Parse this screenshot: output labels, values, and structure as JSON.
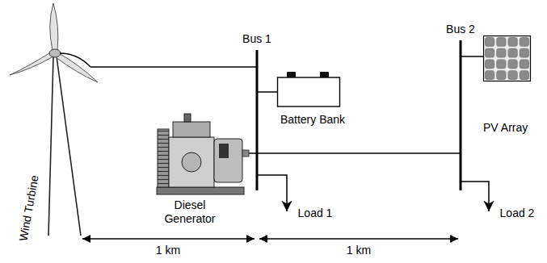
{
  "diagram": {
    "nodes": [
      {
        "text": [
          "Wind Turbine"
        ]
      },
      {
        "text": [
          "Bus 1"
        ]
      },
      {
        "text": [
          "Battery Bank"
        ]
      },
      {
        "text": [
          "Diesel Generator"
        ]
      },
      {
        "text": [
          "Bus 2"
        ]
      },
      {
        "text": [
          "PV Array"
        ]
      }
    ],
    "edges": [
      {
        "from": 0,
        "to": 1,
        "arrow": "none"
      },
      {
        "from": 2,
        "to": 1,
        "arrow": "none"
      },
      {
        "from": 3,
        "to": 1,
        "arrow": "none"
      },
      {
        "from": 1,
        "to": 4,
        "arrow": "none"
      },
      {
        "from": 5,
        "to": 4,
        "arrow": "none"
      }
    ],
    "labels": [
      "Load 1",
      "Load 2",
      "1 km",
      "1 km"
    ]
  }
}
